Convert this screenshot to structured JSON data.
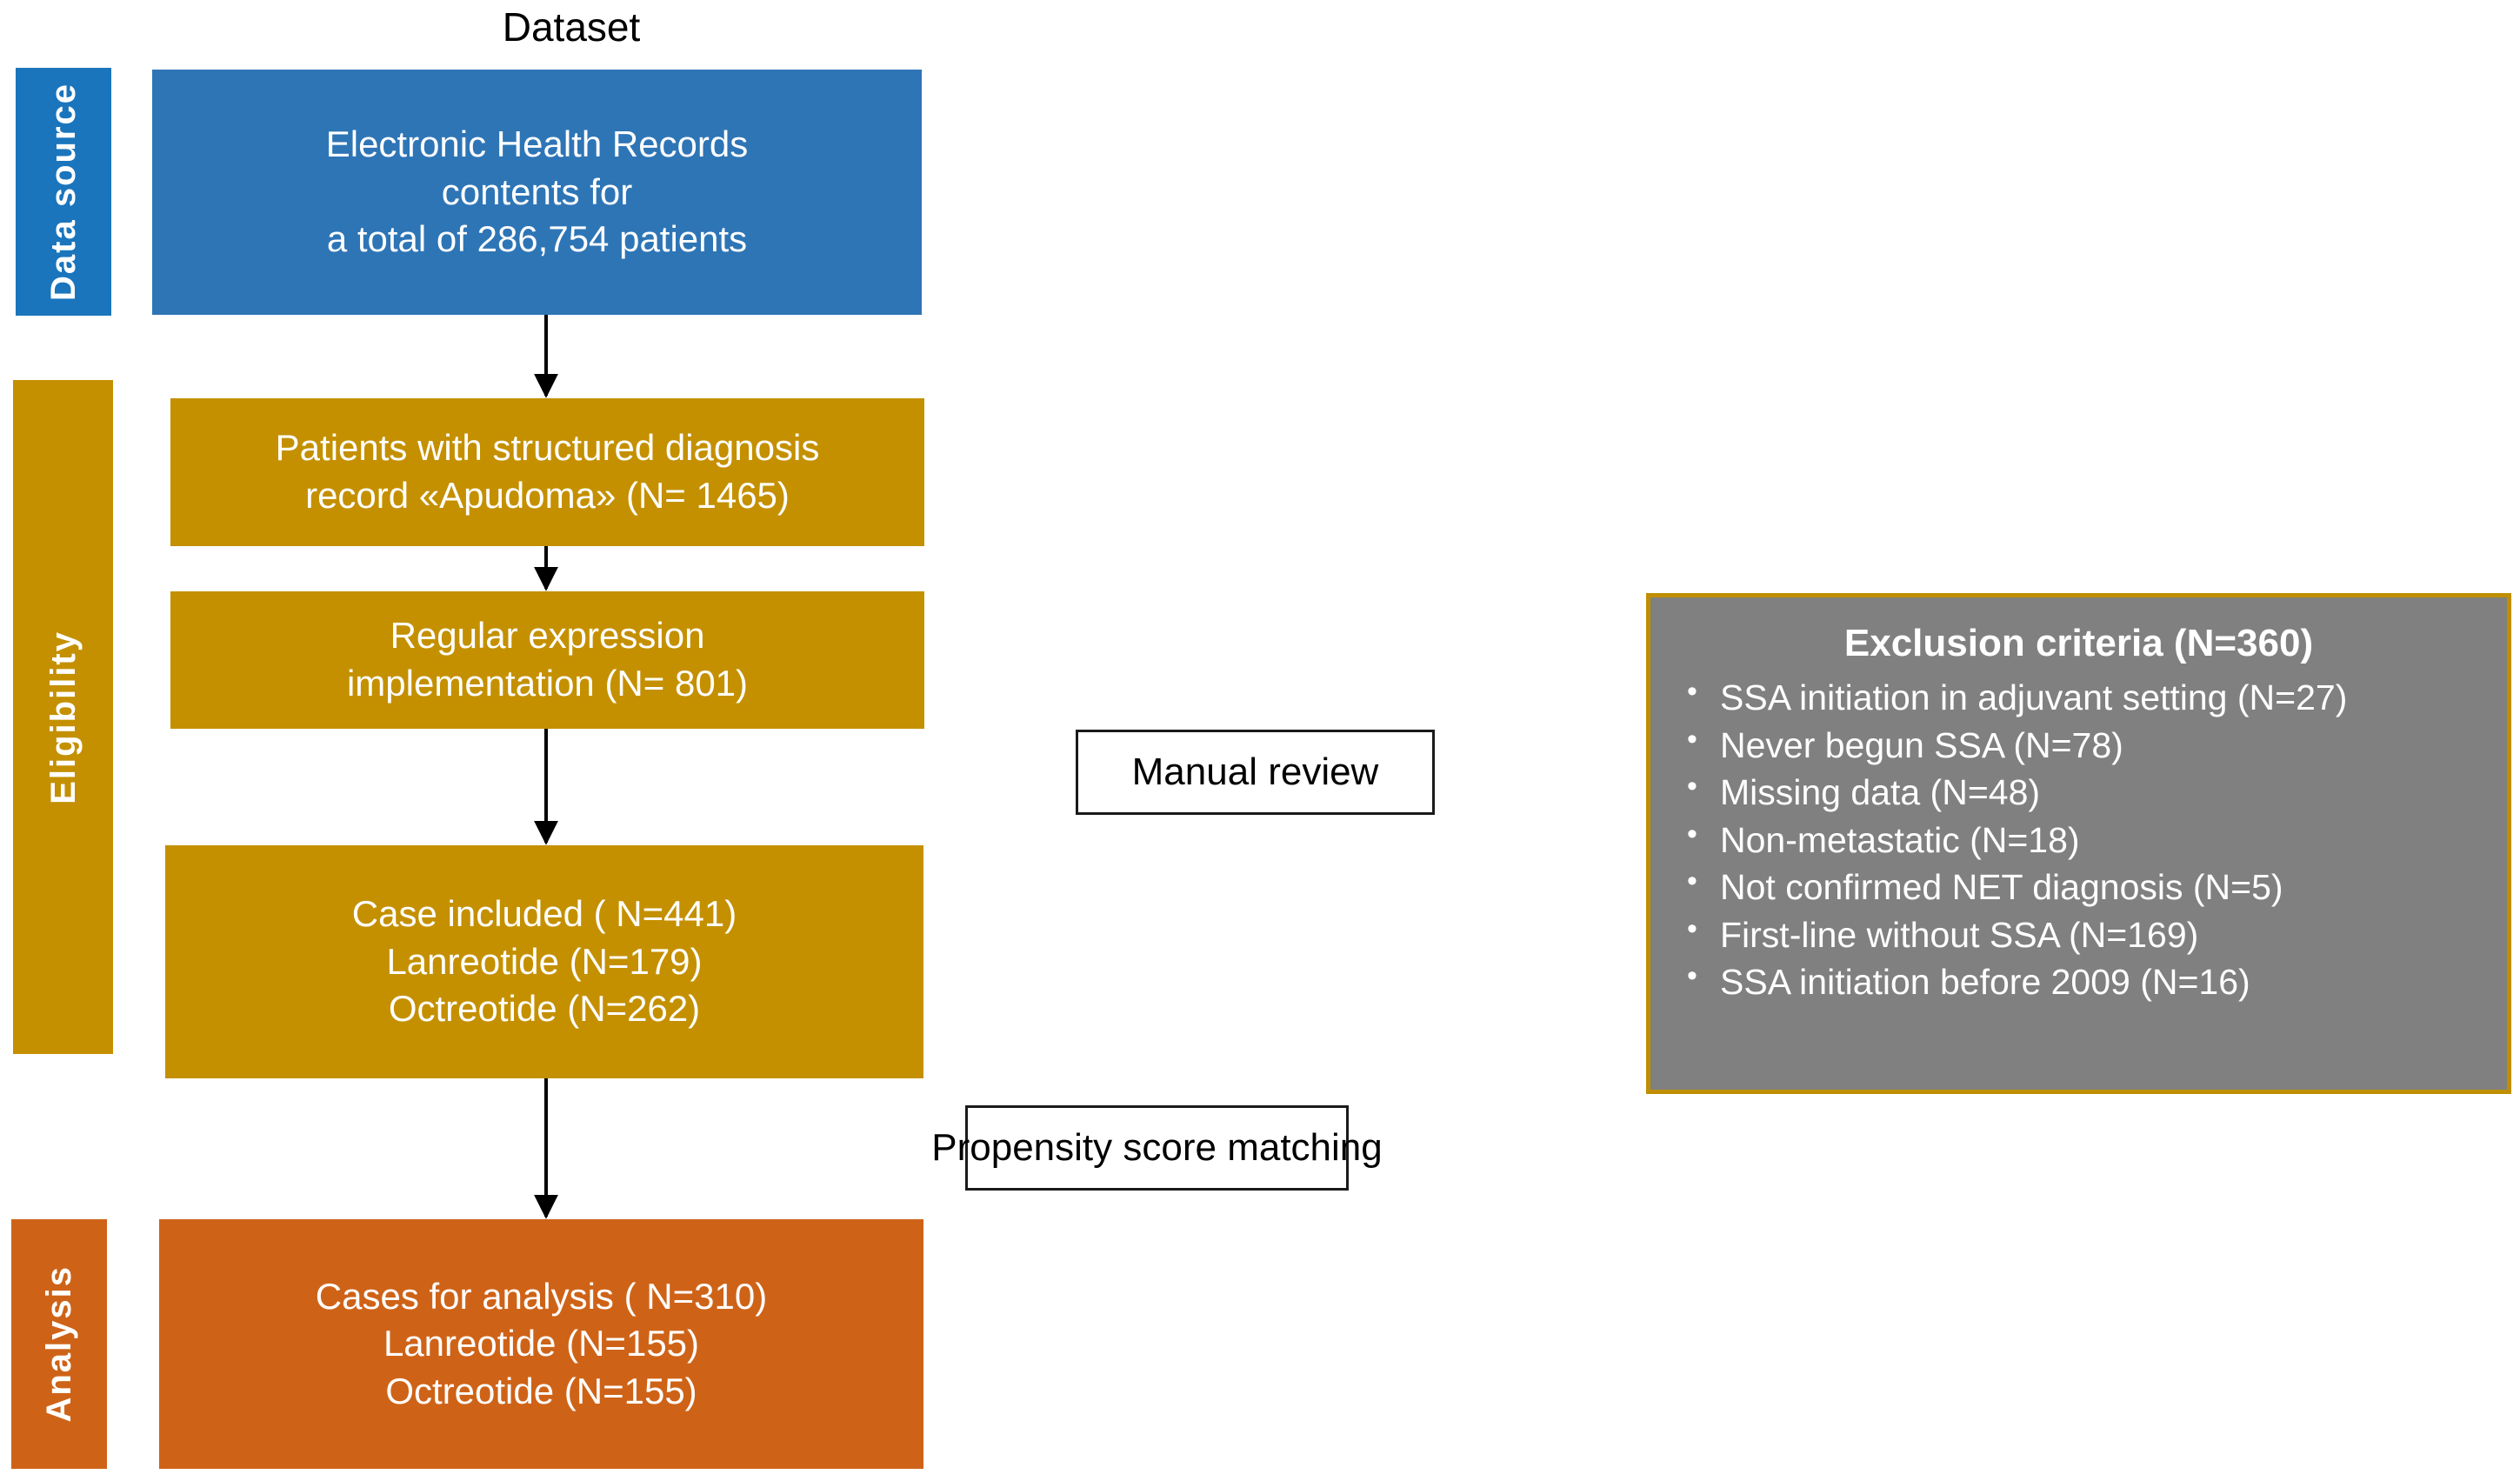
{
  "diagram": {
    "title": "Dataset",
    "colors": {
      "data_source": "#1A75BC",
      "data_source_box": "#2E75B6",
      "eligibility": "#C49000",
      "analysis": "#CE6318",
      "exclusion_fill": "#808080",
      "exclusion_border": "#BF8F00",
      "connector": "#000000",
      "box_text": "#FFFFFF"
    },
    "bands": [
      {
        "id": "data-source",
        "label": "Data source"
      },
      {
        "id": "eligibility",
        "label": "Eligibility"
      },
      {
        "id": "analysis",
        "label": "Analysis"
      }
    ],
    "boxes": {
      "ehr": {
        "line1": "Electronic Health Records",
        "line2": "contents for",
        "line3": "a total of 286,754 patients"
      },
      "structured": {
        "line1": "Patients with structured diagnosis",
        "line2": "record «Apudoma» (N= 1465)"
      },
      "regex": {
        "line1": "Regular expression",
        "line2": "implementation (N= 801)"
      },
      "included": {
        "line1": "Case included ( N=441)",
        "line2": "Lanreotide (N=179)",
        "line3": "Octreotide (N=262)"
      },
      "analysis": {
        "line1": "Cases for analysis ( N=310)",
        "line2": "Lanreotide (N=155)",
        "line3": "Octreotide (N=155)"
      }
    },
    "annotations": {
      "manual_review": "Manual review",
      "propensity_score_matching": "Propensity score matching"
    },
    "exclusion": {
      "title": "Exclusion criteria (N=360)",
      "items": [
        "SSA initiation in adjuvant setting (N=27)",
        "Never begun SSA (N=78)",
        "Missing data (N=48)",
        "Non-metastatic (N=18)",
        "Not  confirmed NET diagnosis (N=5)",
        "First-line without SSA (N=169)",
        "SSA initiation before 2009 (N=16)"
      ]
    }
  }
}
